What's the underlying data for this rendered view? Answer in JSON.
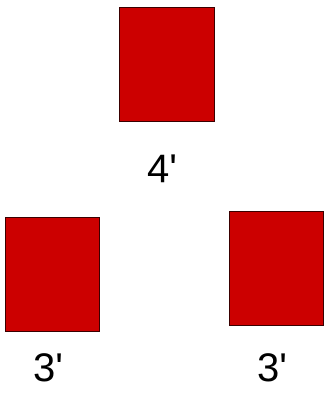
{
  "colors": {
    "square_fill": "#cc0000",
    "square_border": "#3a0000",
    "label_text": "#000000",
    "background": "#ffffff"
  },
  "figures": [
    {
      "label": "4'"
    },
    {
      "label": "3'"
    },
    {
      "label": "3'"
    }
  ]
}
